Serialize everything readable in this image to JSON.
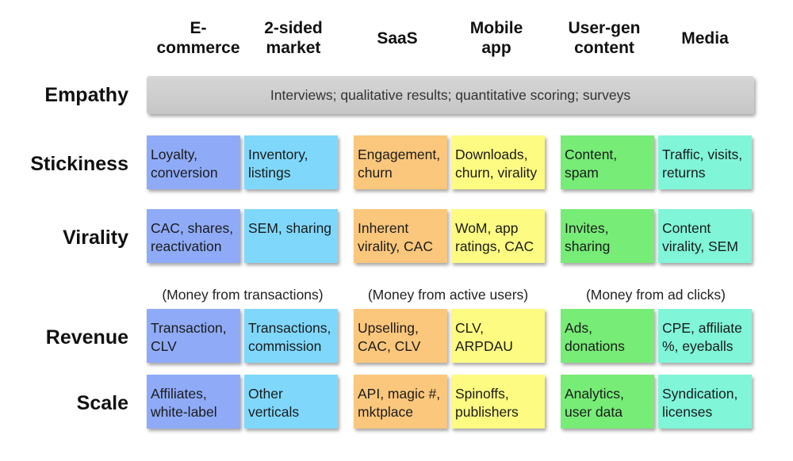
{
  "columns": [
    "E-\ncommerce",
    "2-sided\nmarket",
    "SaaS",
    "Mobile\napp",
    "User-gen\ncontent",
    "Media"
  ],
  "rows": {
    "empathy": {
      "label": "Empathy",
      "text": "Interviews; qualitative results; quantitative scoring; surveys"
    },
    "stickiness": {
      "label": "Stickiness",
      "cells": [
        "Loyalty,\nconversion",
        "Inventory,\nlistings",
        "Engagement,\nchurn",
        "Downloads,\nchurn, virality",
        "Content,\nspam",
        "Traffic, visits,\nreturns"
      ]
    },
    "virality": {
      "label": "Virality",
      "cells": [
        "CAC, shares,\nreactivation",
        "SEM, sharing",
        "Inherent\nvirality, CAC",
        "WoM, app\nratings, CAC",
        "Invites,\nsharing",
        "Content\nvirality, SEM"
      ]
    },
    "revenue": {
      "label": "Revenue",
      "cells": [
        "Transaction,\nCLV",
        "Transactions,\ncommission",
        "Upselling,\nCAC, CLV",
        "CLV,\nARPDAU",
        "Ads,\ndonations",
        "CPE, affiliate\n%, eyeballs"
      ]
    },
    "scale": {
      "label": "Scale",
      "cells": [
        "Affiliates,\nwhite-label",
        "Other\nverticals",
        "API, magic #,\nmktplace",
        "Spinoffs,\npublishers",
        "Analytics,\nuser data",
        "Syndication,\nlicenses"
      ]
    }
  },
  "revenue_notes": [
    "(Money from transactions)",
    "(Money from active users)",
    "(Money from ad clicks)"
  ],
  "colors": {
    "ecommerce": "#8fabf7",
    "two_sided_market": "#7fd8fb",
    "saas": "#fbc77c",
    "mobile_app": "#fdfb82",
    "user_gen_content": "#77ec77",
    "media": "#80f5d8",
    "empathy_bar": "#cccccc"
  }
}
